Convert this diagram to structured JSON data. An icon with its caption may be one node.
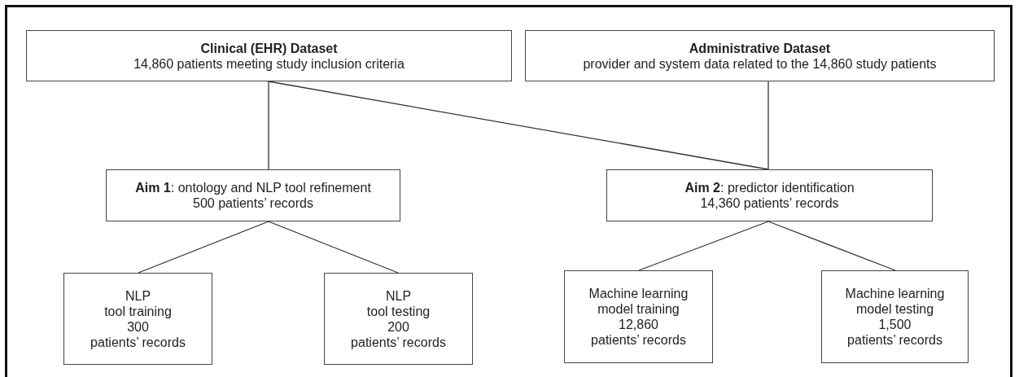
{
  "diagram": {
    "nodes": [
      {
        "text": [
          "Clinical (EHR) Dataset",
          "14,860 patients meeting study inclusion criteria"
        ]
      },
      {
        "text": [
          "Administrative Dataset",
          "provider and system data related to the 14,860 study patients"
        ]
      },
      {
        "text": [
          "**Aim 1**: ontology and NLP tool refinement",
          "500 patients’ records"
        ]
      },
      {
        "text": [
          "**Aim 2**: predictor identification",
          "14,360 patients’ records"
        ]
      },
      {
        "text": [
          "NLP",
          "tool training",
          "300",
          "patients’ records"
        ]
      },
      {
        "text": [
          "NLP",
          "tool testing",
          "200",
          "patients’ records"
        ]
      },
      {
        "text": [
          "Machine learning",
          "model training",
          "12,860",
          "patients’ records"
        ]
      },
      {
        "text": [
          "Machine learning",
          "model testing",
          "1,500",
          "patients’ records"
        ]
      }
    ],
    "edges": [
      {
        "from": 0,
        "to": 2,
        "arrow": "none"
      },
      {
        "from": 0,
        "to": 3,
        "arrow": "none"
      },
      {
        "from": 1,
        "to": 3,
        "arrow": "none"
      },
      {
        "from": 2,
        "to": 4,
        "arrow": "none"
      },
      {
        "from": 2,
        "to": 5,
        "arrow": "none"
      },
      {
        "from": 3,
        "to": 6,
        "arrow": "none"
      },
      {
        "from": 3,
        "to": 7,
        "arrow": "none"
      }
    ]
  }
}
